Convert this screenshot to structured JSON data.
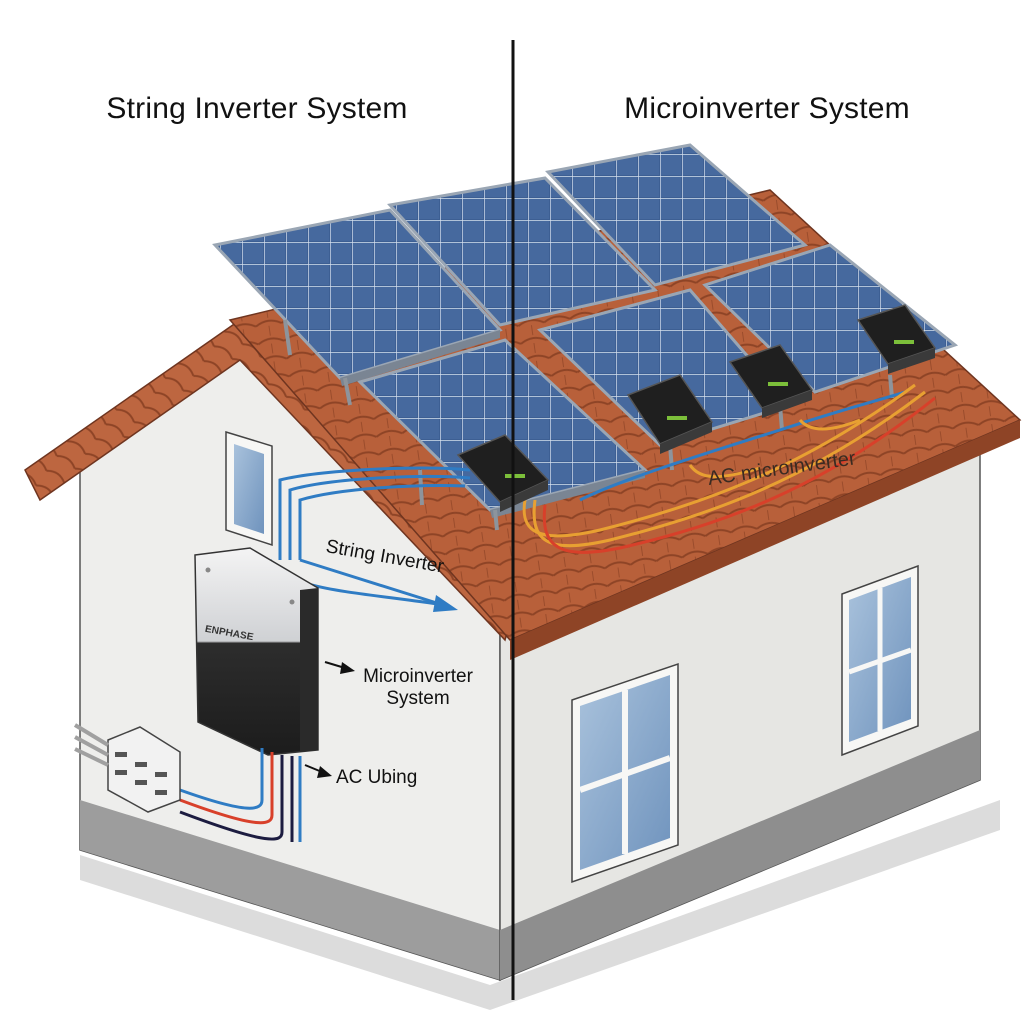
{
  "headings": {
    "left": "String Inverter System",
    "right": "Microinverter System"
  },
  "labels": {
    "string_inverter": "String Inverter",
    "microinverter_system": "Microinverter\nSystem",
    "ac_ubing": "AC Ubing",
    "ac_microinverter": "AC microinverter",
    "inverter_brand": "ENPHASE"
  },
  "colors": {
    "wall": "#eeeeec",
    "wall_shade": "#e2e2df",
    "roof_tile": "#b8603a",
    "panel_cell": "#3a5a8c",
    "dc_wire": "#2f7cc4",
    "ac_wire_orange": "#e8a032",
    "ac_wire_red": "#d8402a",
    "divider": "#111111"
  },
  "icons": [
    "arrow-right-icon",
    "solar-panel-icon",
    "microinverter-icon",
    "string-inverter-icon",
    "junction-box-icon"
  ]
}
